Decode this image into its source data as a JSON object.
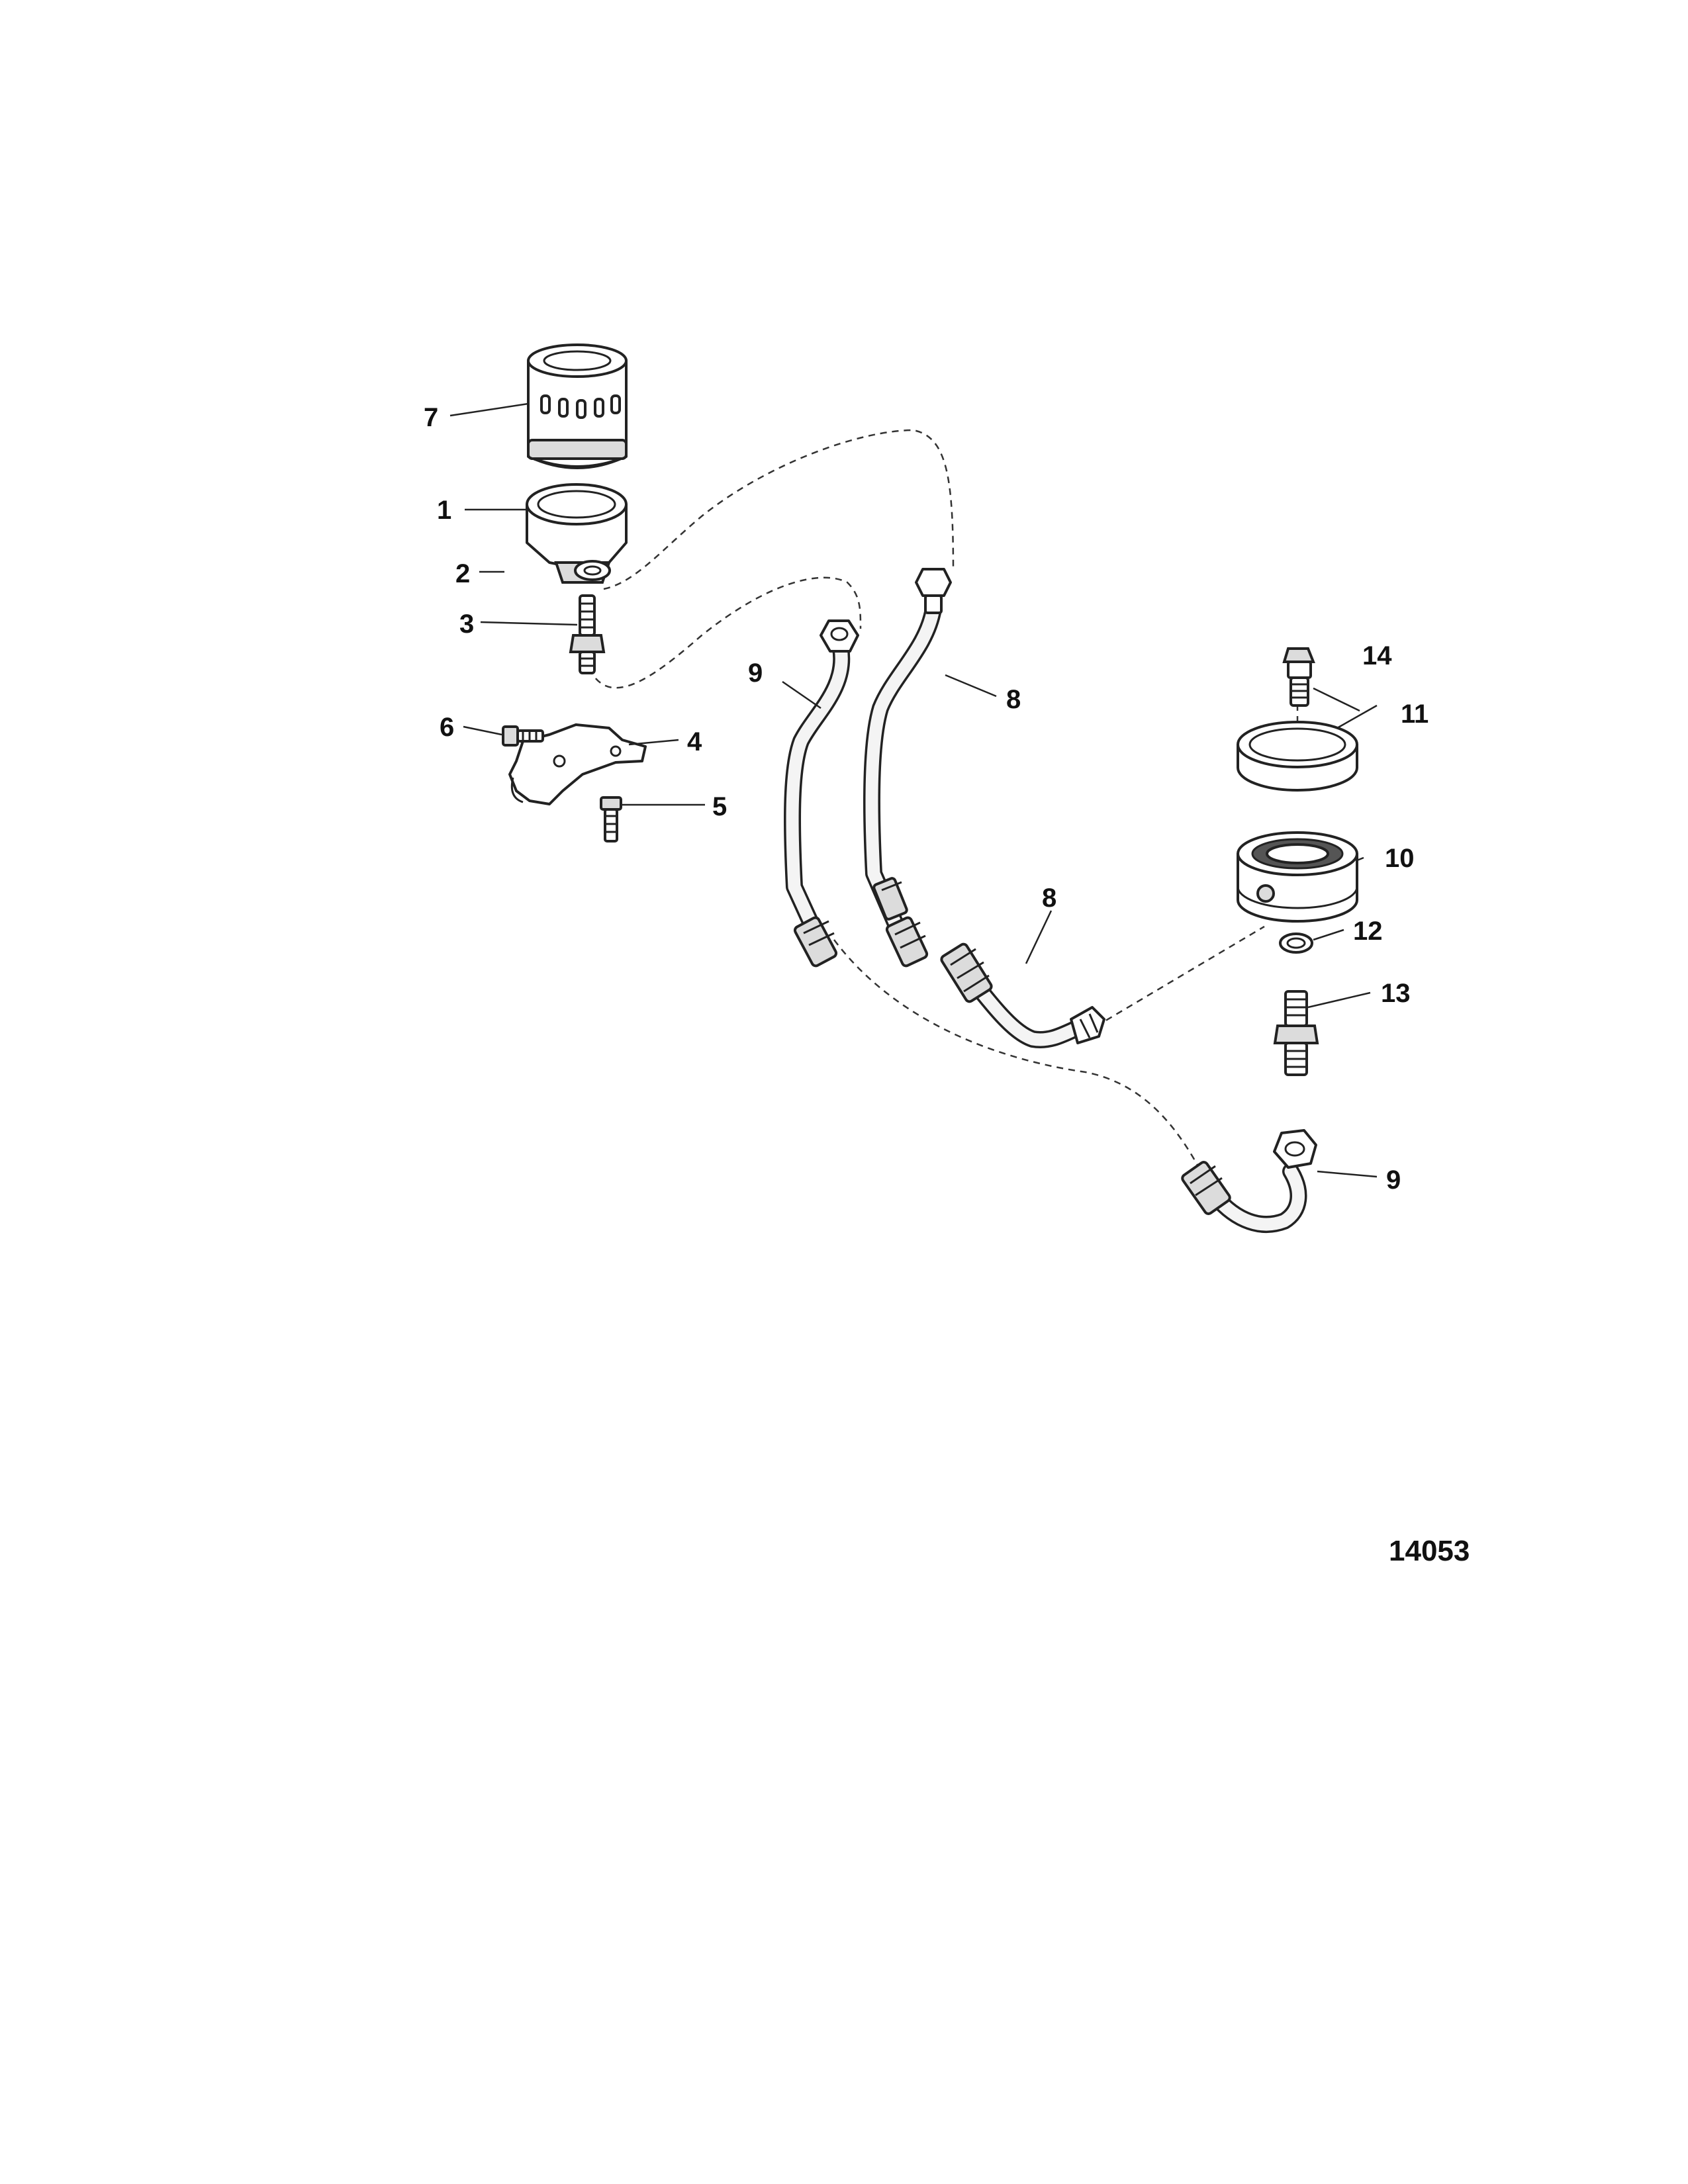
{
  "figure_number": "14053",
  "callouts": {
    "c1": "1",
    "c2": "2",
    "c3": "3",
    "c4": "4",
    "c5": "5",
    "c6": "6",
    "c7": "7",
    "c8a": "8",
    "c8b": "8",
    "c9a": "9",
    "c9b": "9",
    "c10": "10",
    "c11": "11",
    "c12": "12",
    "c13": "13",
    "c14": "14"
  }
}
